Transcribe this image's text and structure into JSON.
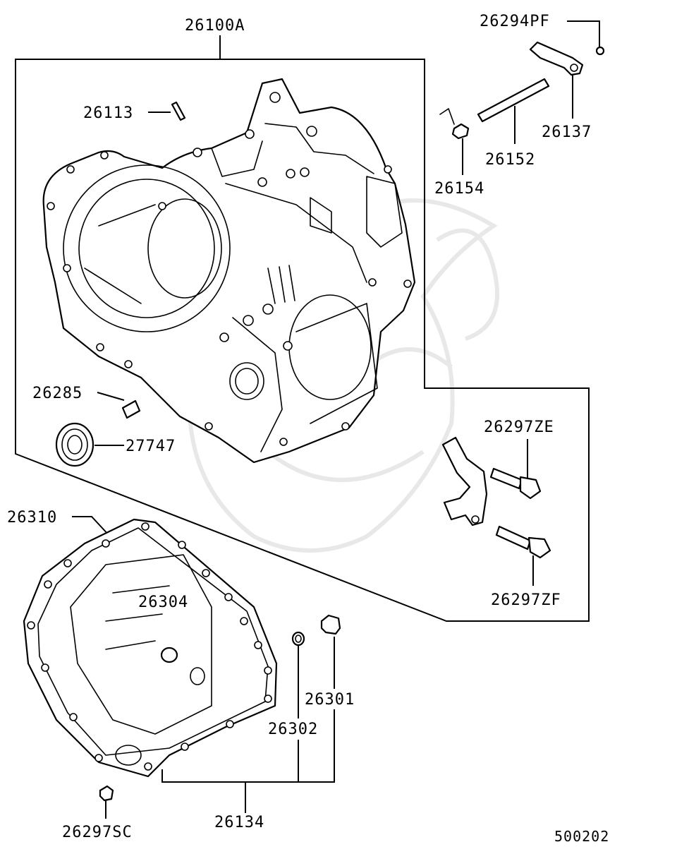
{
  "diagram": {
    "labels": {
      "housing": "26100A",
      "dowel_pin_top": "26113",
      "retaining_clip": "26294PF",
      "lever": "26137",
      "shaft": "26152",
      "spring": "26154",
      "dowel_pin_left": "26285",
      "oil_seal": "27747",
      "bolt_ze": "26297ZE",
      "bolt_zf": "26297ZF",
      "oil_pan": "26310",
      "magnet": "26304",
      "drain_plug": "26301",
      "gasket": "26302",
      "kit": "26134",
      "pan_bolt": "26297SC",
      "diagram_number": "500202"
    }
  }
}
